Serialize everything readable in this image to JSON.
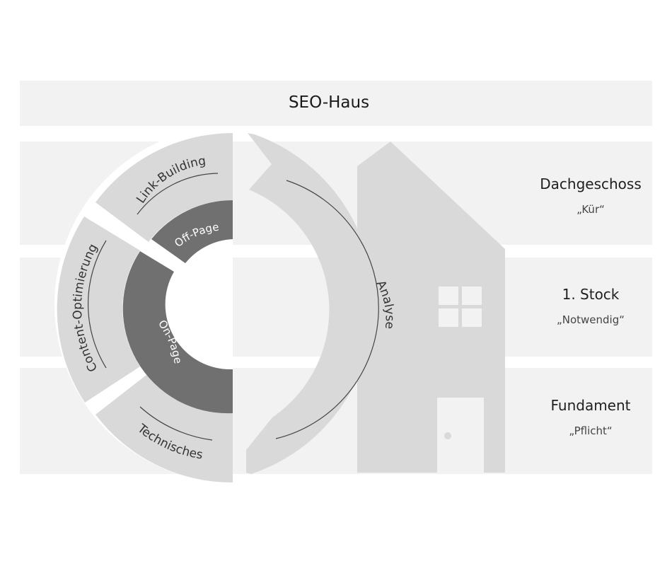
{
  "header": {
    "title": "SEO-Haus"
  },
  "floors": [
    {
      "title": "Dachgeschoss",
      "subtitle": "„Kür“"
    },
    {
      "title": "1. Stock",
      "subtitle": "„Notwendig“"
    },
    {
      "title": "Fundament",
      "subtitle": "„Pflicht“"
    }
  ],
  "ring": {
    "outer_segments": {
      "link_building": "Link-Building",
      "content": "Content-Optimierung",
      "technical": "Technisches"
    },
    "inner_segments": {
      "off_page": "Off-Page",
      "on_page": "On-Page"
    },
    "analysis": "Analyse"
  },
  "colors": {
    "band": "#f2f2f2",
    "light_segment": "#d9d9d9",
    "dark_segment": "#707070",
    "house": "#d9d9d9"
  }
}
